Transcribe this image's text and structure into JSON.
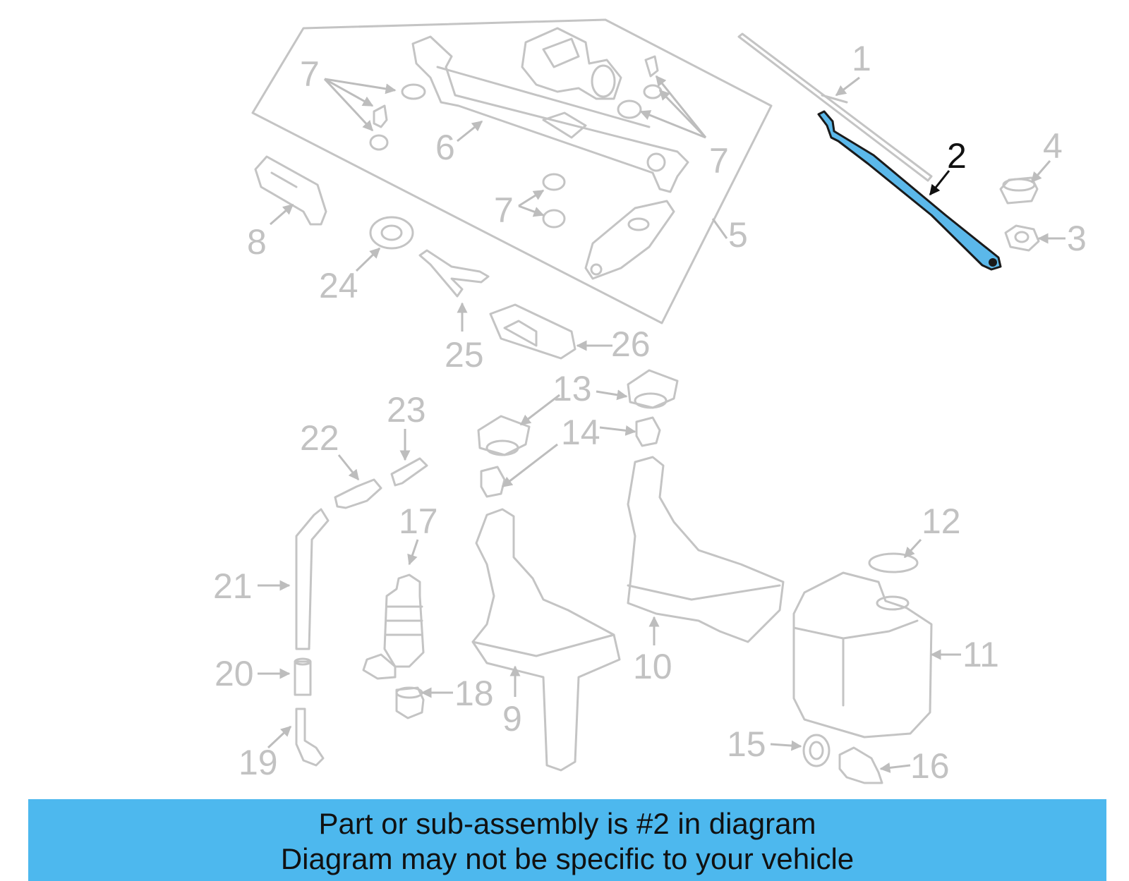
{
  "diagram": {
    "callouts": {
      "c1": "1",
      "c2": "2",
      "c3": "3",
      "c4": "4",
      "c5": "5",
      "c6": "6",
      "c7a": "7",
      "c7b": "7",
      "c7c": "7",
      "c8": "8",
      "c9": "9",
      "c10": "10",
      "c11": "11",
      "c12": "12",
      "c13": "13",
      "c14": "14",
      "c15": "15",
      "c16": "16",
      "c17": "17",
      "c18": "18",
      "c19": "19",
      "c20": "20",
      "c21": "21",
      "c22": "22",
      "c23": "23",
      "c24": "24",
      "c25": "25",
      "c26": "26"
    },
    "highlighted_part": "2",
    "colors": {
      "highlight": "#5bb8ea",
      "caption_bg": "#4db8ee",
      "parts": "#c4c4c4"
    }
  },
  "caption": {
    "line1": "Part or sub-assembly is #2 in diagram",
    "line2": "Diagram may not be specific to your vehicle"
  }
}
